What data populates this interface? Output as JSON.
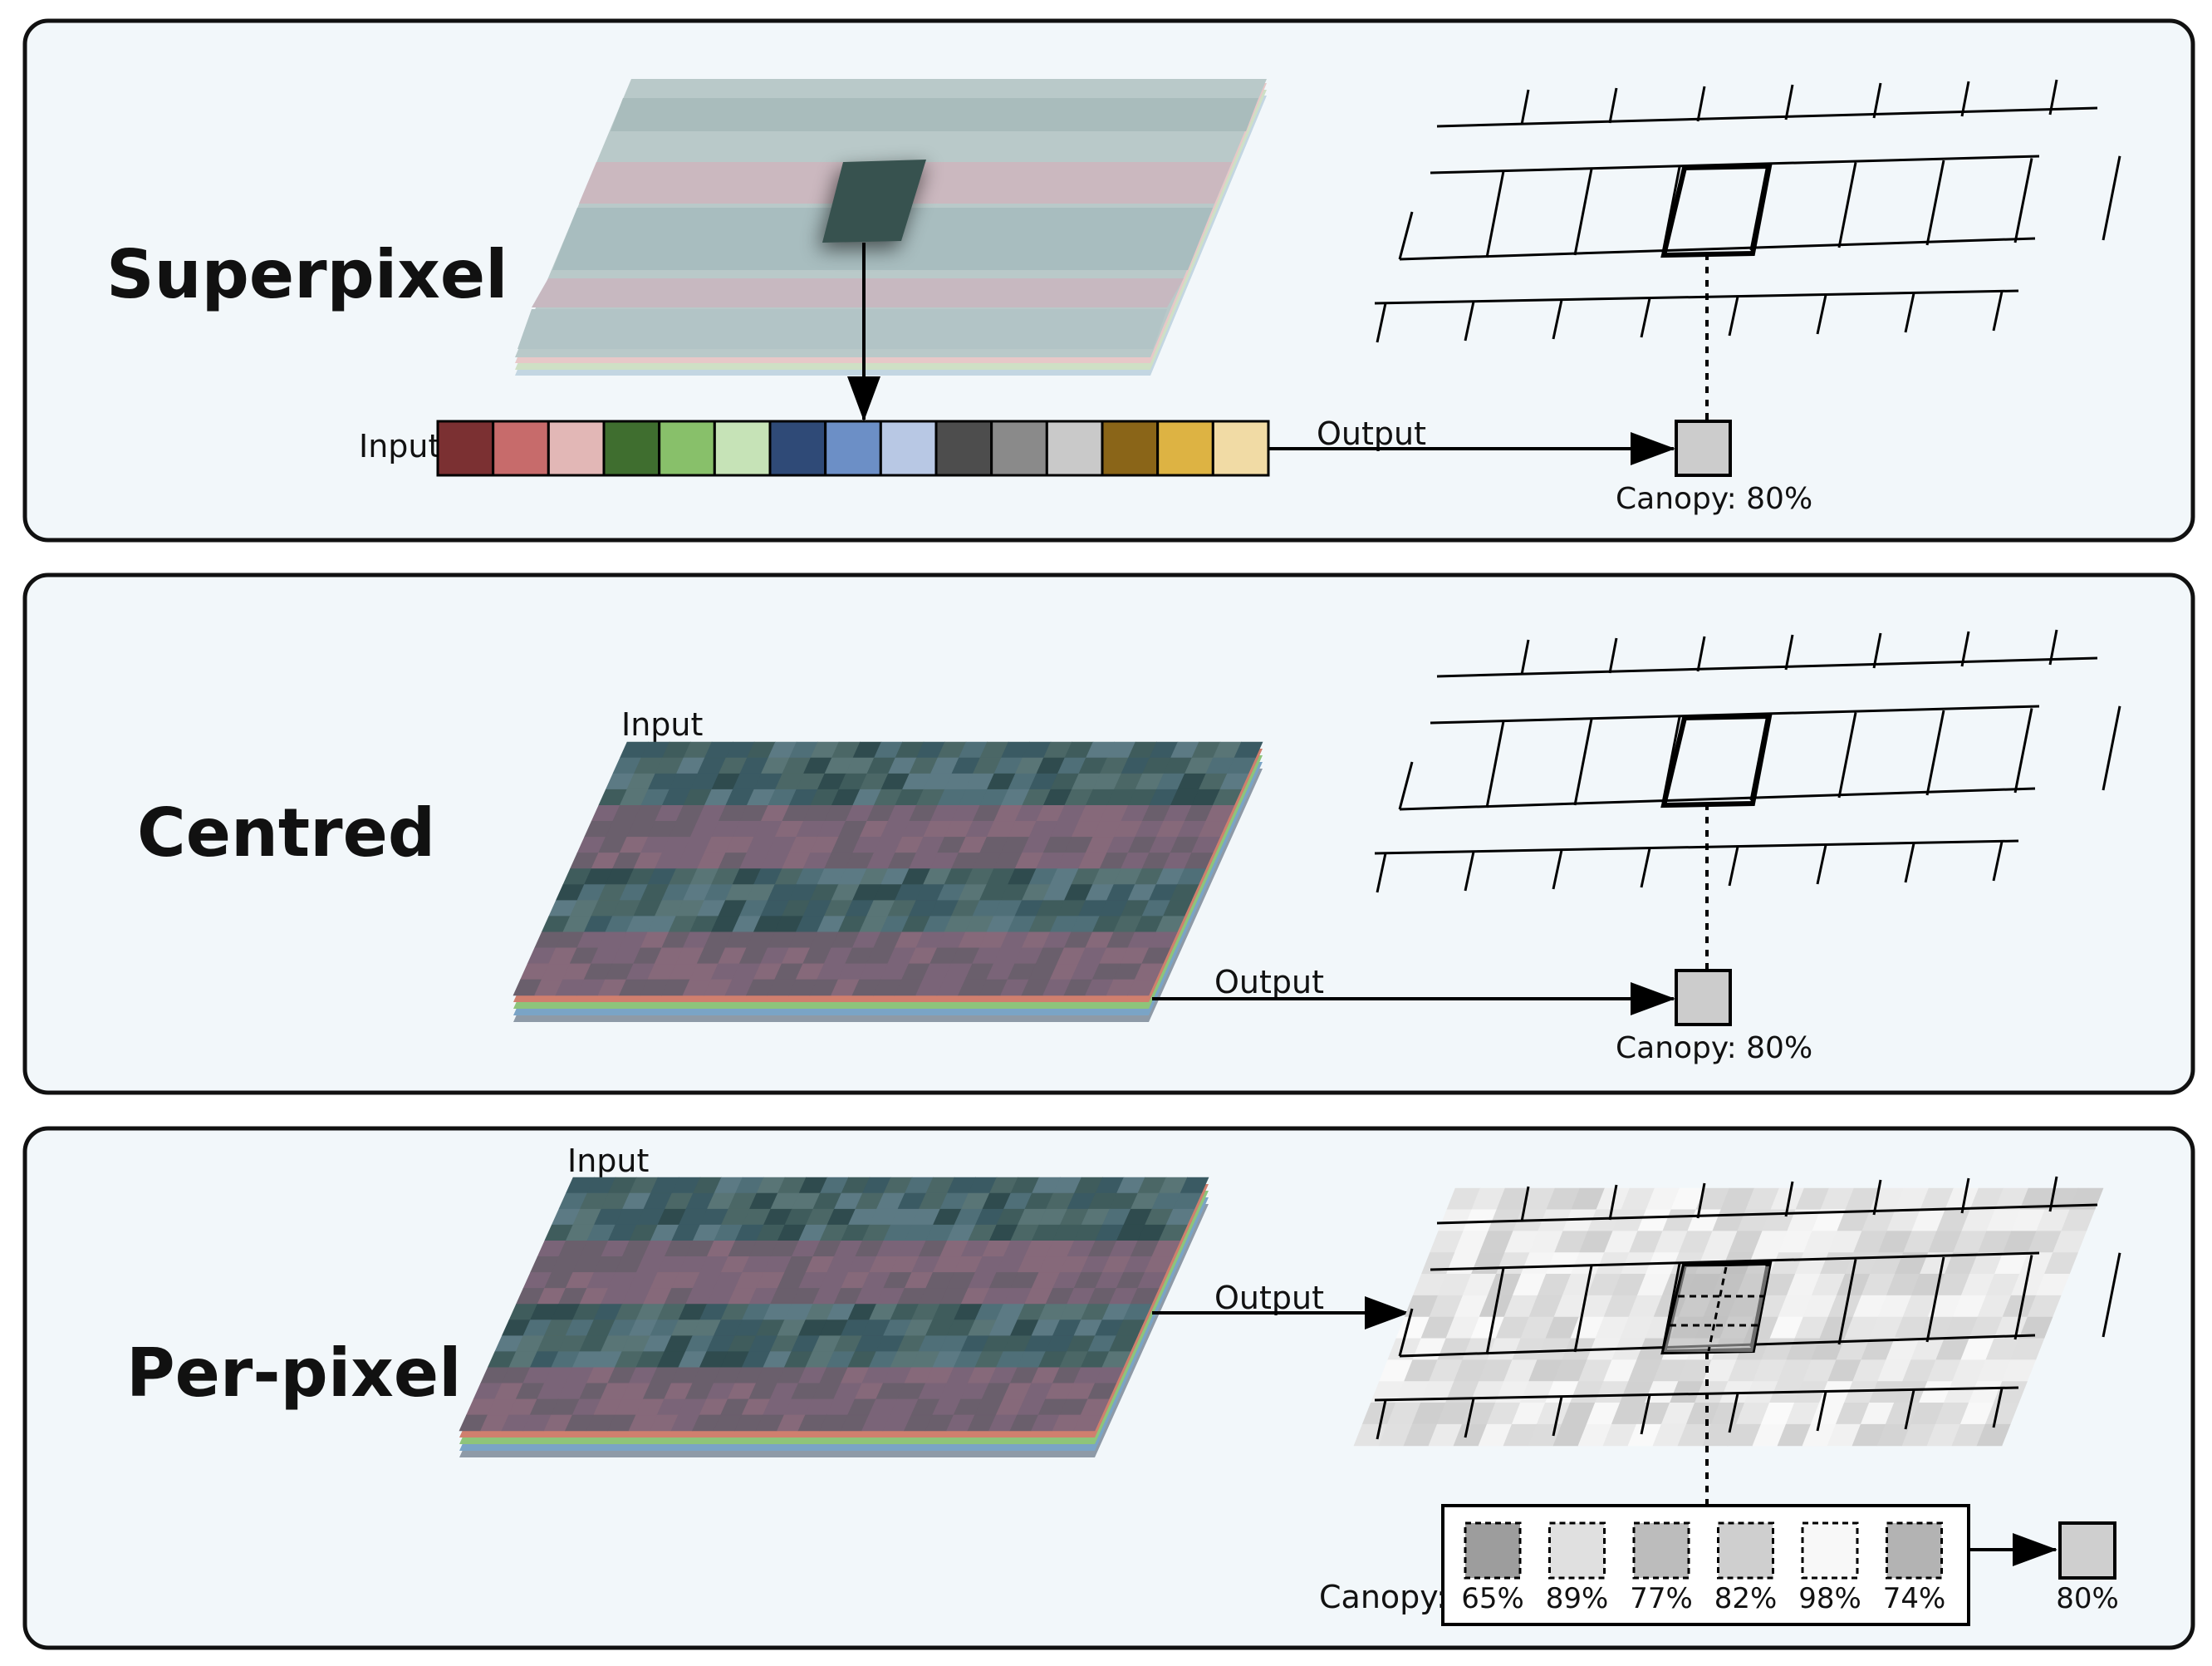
{
  "panels": [
    {
      "title": "Superpixel",
      "input_label": "Input",
      "output_label": "Output",
      "result_label": "Canopy: 80%"
    },
    {
      "title": "Centred",
      "input_label": "Input",
      "output_label": "Output",
      "result_label": "Canopy: 80%"
    },
    {
      "title": "Per-pixel",
      "input_label": "Input",
      "output_label": "Output",
      "canopy_label": "Canopy:",
      "pixel_values": [
        "65%",
        "89%",
        "77%",
        "82%",
        "98%",
        "74%"
      ],
      "final_value": "80%"
    }
  ],
  "colors": {
    "panel_bg": "#f2f7fa",
    "panel_border": "#111111",
    "feature_vector": [
      "#7b3032",
      "#c76b6b",
      "#e2b7b6",
      "#3f6e2f",
      "#88c06a",
      "#c6e3b7",
      "#2f4a77",
      "#6c8fc6",
      "#b8c8e4",
      "#4d4d4d",
      "#8a8a8a",
      "#c9c9c9",
      "#8a6518",
      "#ddb343",
      "#f1dba5"
    ],
    "output_box": "#cccccc",
    "pixel_value_fills": [
      "#9d9d9d",
      "#e0e0e0",
      "#bcbcbc",
      "#cfcfcf",
      "#f8f8f8",
      "#b3b3b3"
    ],
    "final_box": "#cfcfcf"
  }
}
